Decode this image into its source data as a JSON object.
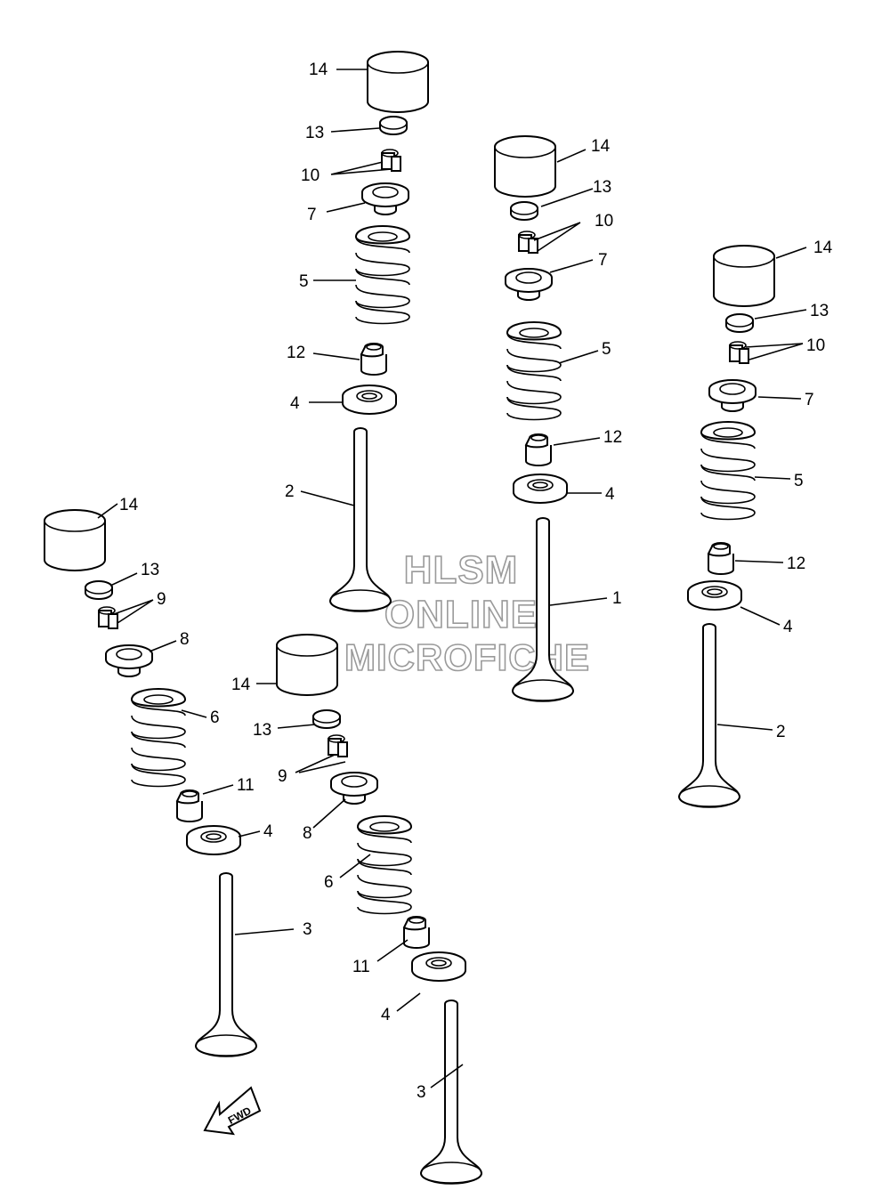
{
  "watermark": {
    "line1": "HLSM",
    "line2": "ONLINE",
    "line3": "MICROFICHE"
  },
  "direction_arrow": {
    "label": "FWD",
    "icon": "arrow-left-down-icon"
  },
  "part_numbers": {
    "n1": "1",
    "n2": "2",
    "n3": "3",
    "n4": "4",
    "n5": "5",
    "n6": "6",
    "n7": "7",
    "n8": "8",
    "n9": "9",
    "n10": "10",
    "n11": "11",
    "n12": "12",
    "n13": "13",
    "n14": "14"
  }
}
